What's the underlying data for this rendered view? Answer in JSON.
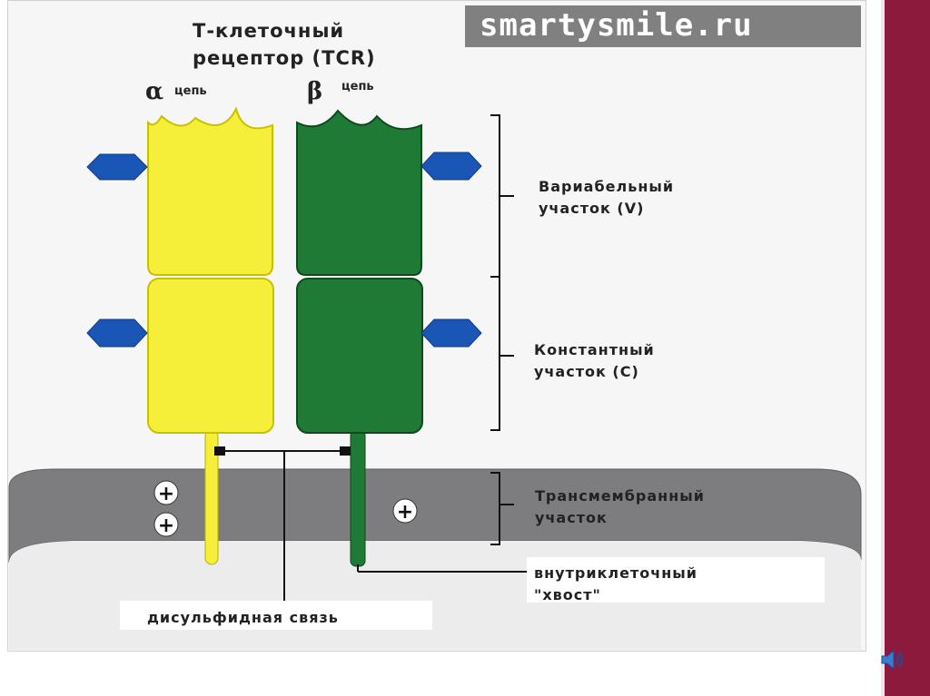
{
  "watermark": "smartysmile.ru",
  "title": {
    "line1": "Т-клеточный",
    "line2": "рецептор (TCR)"
  },
  "chains": {
    "alpha_symbol": "α",
    "alpha_label": "цепь",
    "beta_symbol": "β",
    "beta_label": "цепь",
    "alpha_color": "#f5ef3a",
    "beta_color": "#1f7a35"
  },
  "regions": {
    "variable_line1": "Вариабельный",
    "variable_line2": "участок (V)",
    "constant_line1": "Константный",
    "constant_line2": "участок (C)",
    "transmembrane_line1": "Трансмембранный",
    "transmembrane_line2": "участок",
    "tail_line1": "внутриклеточный",
    "tail_line2": "\"хвост\""
  },
  "disulfide": "дисульфидная связь",
  "membrane": {
    "charge_symbol": "+",
    "color": "#7d7d80"
  },
  "glycan_color": "#1a56b5",
  "frame_color": "#8c1a3c"
}
